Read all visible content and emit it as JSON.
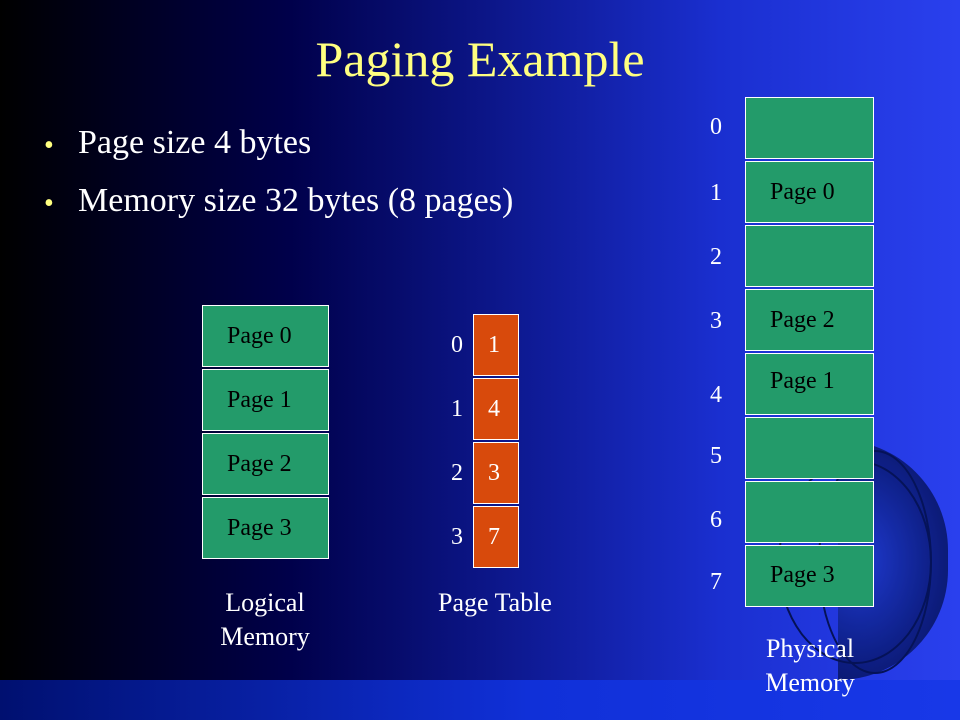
{
  "slide": {
    "title": "Paging Example",
    "bullets": [
      "Page size 4 bytes",
      "Memory size 32 bytes (8 pages)"
    ]
  },
  "logical_memory": {
    "caption_line1": "Logical",
    "caption_line2": "Memory",
    "pages": [
      "Page 0",
      "Page 1",
      "Page 2",
      "Page 3"
    ]
  },
  "page_table": {
    "caption": "Page Table",
    "indices": [
      "0",
      "1",
      "2",
      "3"
    ],
    "frames": [
      "1",
      "4",
      "3",
      "7"
    ]
  },
  "physical_memory": {
    "caption_line1": "Physical",
    "caption_line2": "Memory",
    "frame_indices": [
      "0",
      "1",
      "2",
      "3",
      "4",
      "5",
      "6",
      "7"
    ],
    "frames": [
      "",
      "Page 0",
      "",
      "Page 2",
      "Page 1",
      "",
      "",
      "Page 3"
    ]
  },
  "colors": {
    "title": "#ffff80",
    "memory_box": "#239b6a",
    "page_table_box": "#d84a0c",
    "text": "#ffffff"
  }
}
